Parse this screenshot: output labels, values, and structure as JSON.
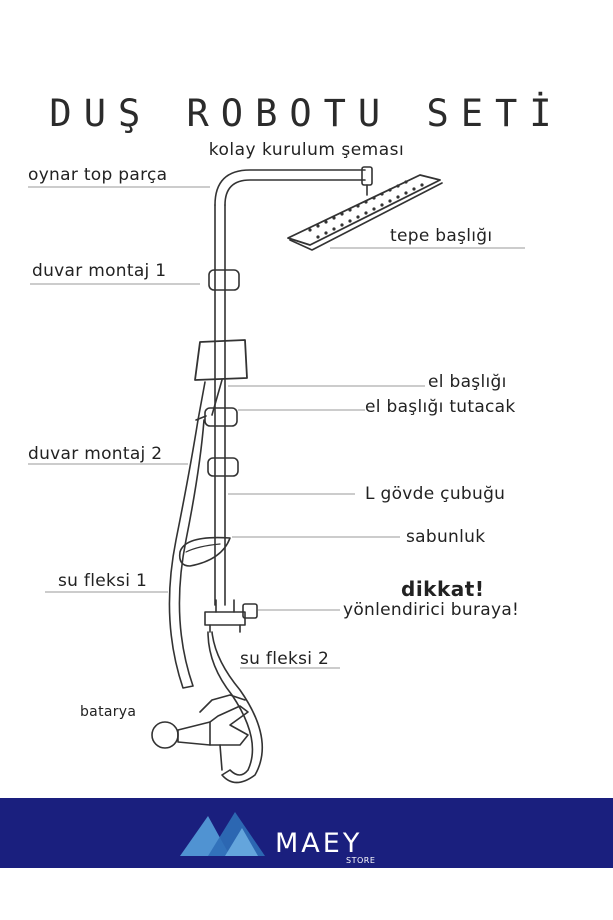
{
  "title": "DUŞ ROBOTU SETİ",
  "subtitle": "kolay kurulum şeması",
  "labels": {
    "oynar_top": "oynar top parça",
    "tepe_basligi": "tepe başlığı",
    "duvar_montaj_1": "duvar montaj 1",
    "el_basligi": "el başlığı",
    "el_basligi_tutacak": "el başlığı tutacak",
    "duvar_montaj_2": "duvar montaj 2",
    "govde_cubugu": "L gövde çubuğu",
    "sabunluk": "sabunluk",
    "su_fleksi_1": "su fleksi 1",
    "dikkat": "dikkat!",
    "yonlendirici": "yönlendirici buraya!",
    "su_fleksi_2": "su fleksi 2",
    "batarya": "batarya"
  },
  "brand": {
    "name": "MAEY",
    "sub": "STORE"
  },
  "colors": {
    "footer": "#1a1f7e",
    "logo_light": "#5aa8e0",
    "logo_dark": "#2f6fb8"
  }
}
